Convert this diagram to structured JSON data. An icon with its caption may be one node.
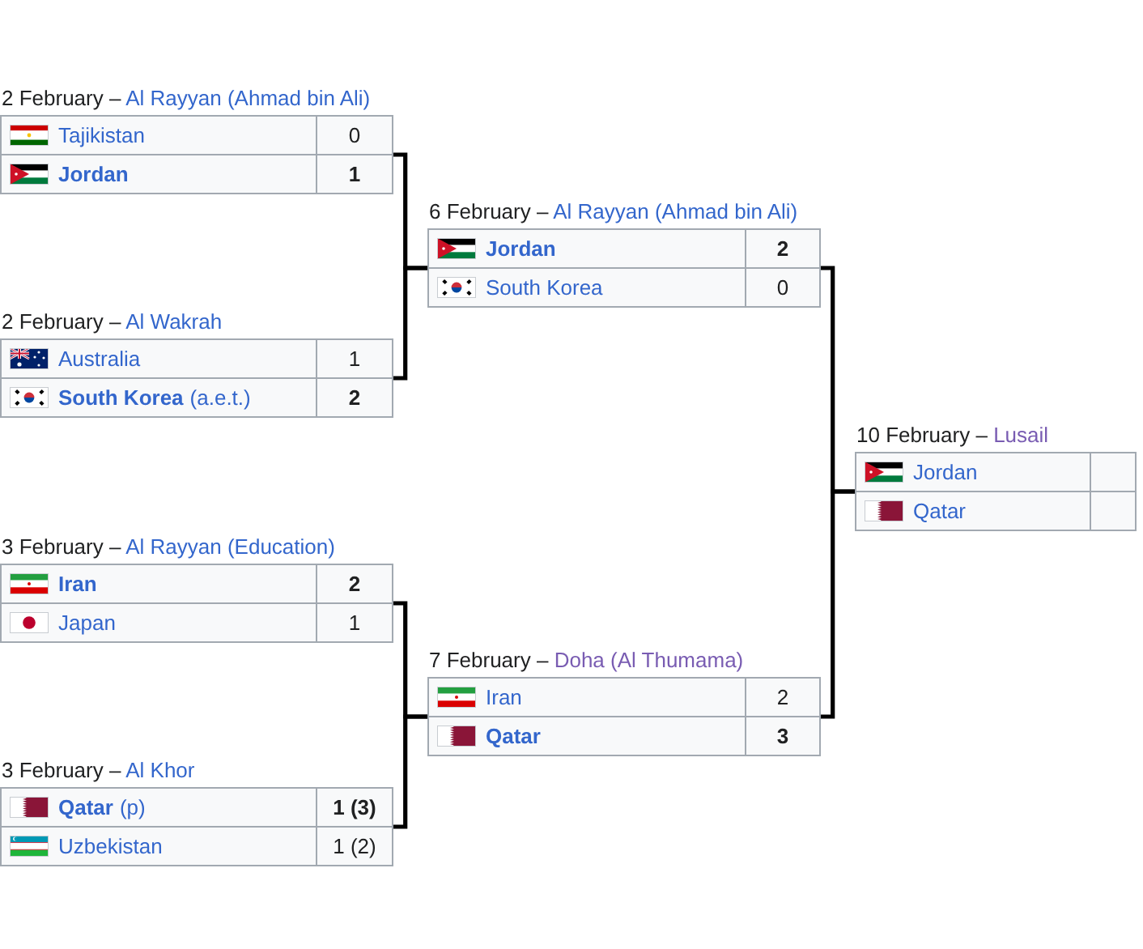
{
  "diagram": {
    "nodes": [
      {
        "text": [
          "2 February –",
          "Al Rayyan (Ahmad bin Ali)"
        ]
      },
      {
        "text": [
          "Tajikistan",
          "0"
        ],
        "in": 0
      },
      {
        "text": [
          "Jordan",
          "1"
        ],
        "in": 0
      },
      {
        "text": [
          "2 February –",
          "Al Wakrah"
        ]
      },
      {
        "text": [
          "Australia",
          "1"
        ],
        "in": 3
      },
      {
        "text": [
          "South Korea",
          "(a.e.t.)",
          "2"
        ],
        "in": 3
      },
      {
        "text": [
          "3 February –",
          "Al Rayyan (Education)"
        ]
      },
      {
        "text": [
          "Iran",
          "2"
        ],
        "in": 6
      },
      {
        "text": [
          "Japan",
          "1"
        ],
        "in": 6
      },
      {
        "text": [
          "3 February –",
          "Al Khor"
        ]
      },
      {
        "text": [
          "Qatar",
          "(p)",
          "1 (3)"
        ],
        "in": 9
      },
      {
        "text": [
          "Uzbekistan",
          "1 (2)"
        ],
        "in": 9
      },
      {
        "text": [
          "6 February –",
          "Al Rayyan (Ahmad bin Ali)"
        ]
      },
      {
        "text": [
          "Jordan",
          "2"
        ],
        "in": 12
      },
      {
        "text": [
          "South Korea",
          "0"
        ],
        "in": 12
      },
      {
        "text": [
          "7 February –",
          "Doha (Al Thumama)"
        ]
      },
      {
        "text": [
          "Iran",
          "2"
        ],
        "in": 15
      },
      {
        "text": [
          "Qatar",
          "3"
        ],
        "in": 15
      },
      {
        "text": [
          "10 February –",
          "Lusail"
        ]
      },
      {
        "text": [
          "Jordan"
        ],
        "in": 18
      },
      {
        "text": [
          "Qatar"
        ],
        "in": 18
      }
    ],
    "edges": [
      {
        "from": 0,
        "to": 12,
        "arrow": "none"
      },
      {
        "from": 3,
        "to": 12,
        "arrow": "none"
      },
      {
        "from": 6,
        "to": 15,
        "arrow": "none"
      },
      {
        "from": 9,
        "to": 15,
        "arrow": "none"
      },
      {
        "from": 12,
        "to": 18,
        "arrow": "none"
      },
      {
        "from": 15,
        "to": 18,
        "arrow": "none"
      }
    ]
  }
}
